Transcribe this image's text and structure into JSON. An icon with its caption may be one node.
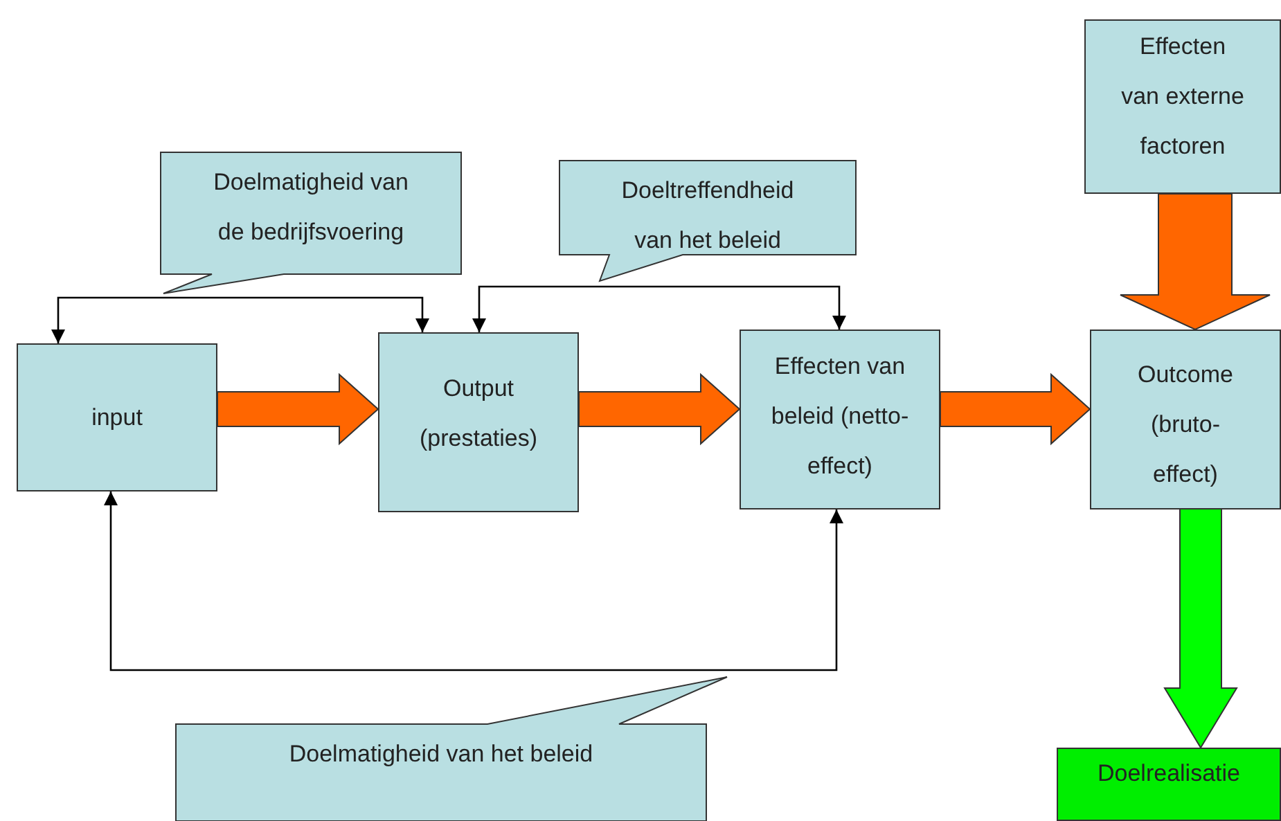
{
  "diagram": {
    "nodes": [
      {
        "text": [
          "input"
        ]
      },
      {
        "text": [
          "Output (prestaties)"
        ]
      },
      {
        "text": [
          "Effecten van beleid (netto-effect)"
        ]
      },
      {
        "text": [
          "Outcome (bruto- effect)"
        ]
      },
      {
        "text": [
          "Effecten van externe factoren"
        ]
      },
      {
        "text": [
          "Doelrealisatie"
        ]
      },
      {
        "text": [
          "Doelmatigheid van de bedrijfsvoering"
        ]
      },
      {
        "text": [
          "Doeltreffendheid van het beleid"
        ]
      },
      {
        "text": [
          "Doelmatigheid van het beleid"
        ]
      }
    ],
    "edges": [
      {
        "from": 0,
        "to": 1,
        "arrow": "to",
        "style": "thick",
        "color": "#ff6600"
      },
      {
        "from": 1,
        "to": 2,
        "arrow": "to",
        "style": "thick",
        "color": "#ff6600"
      },
      {
        "from": 2,
        "to": 3,
        "arrow": "to",
        "style": "thick",
        "color": "#ff6600"
      },
      {
        "from": 4,
        "to": 3,
        "arrow": "to",
        "style": "thick",
        "color": "#ff6600"
      },
      {
        "from": 3,
        "to": 5,
        "arrow": "to",
        "style": "thick",
        "color": "#00ff00"
      },
      {
        "from": 0,
        "to": 1,
        "arrow": "both",
        "color": "#000000"
      },
      {
        "from": 1,
        "to": 2,
        "arrow": "both",
        "color": "#000000"
      },
      {
        "from": 0,
        "to": 2,
        "arrow": "both",
        "color": "#000000"
      }
    ]
  }
}
